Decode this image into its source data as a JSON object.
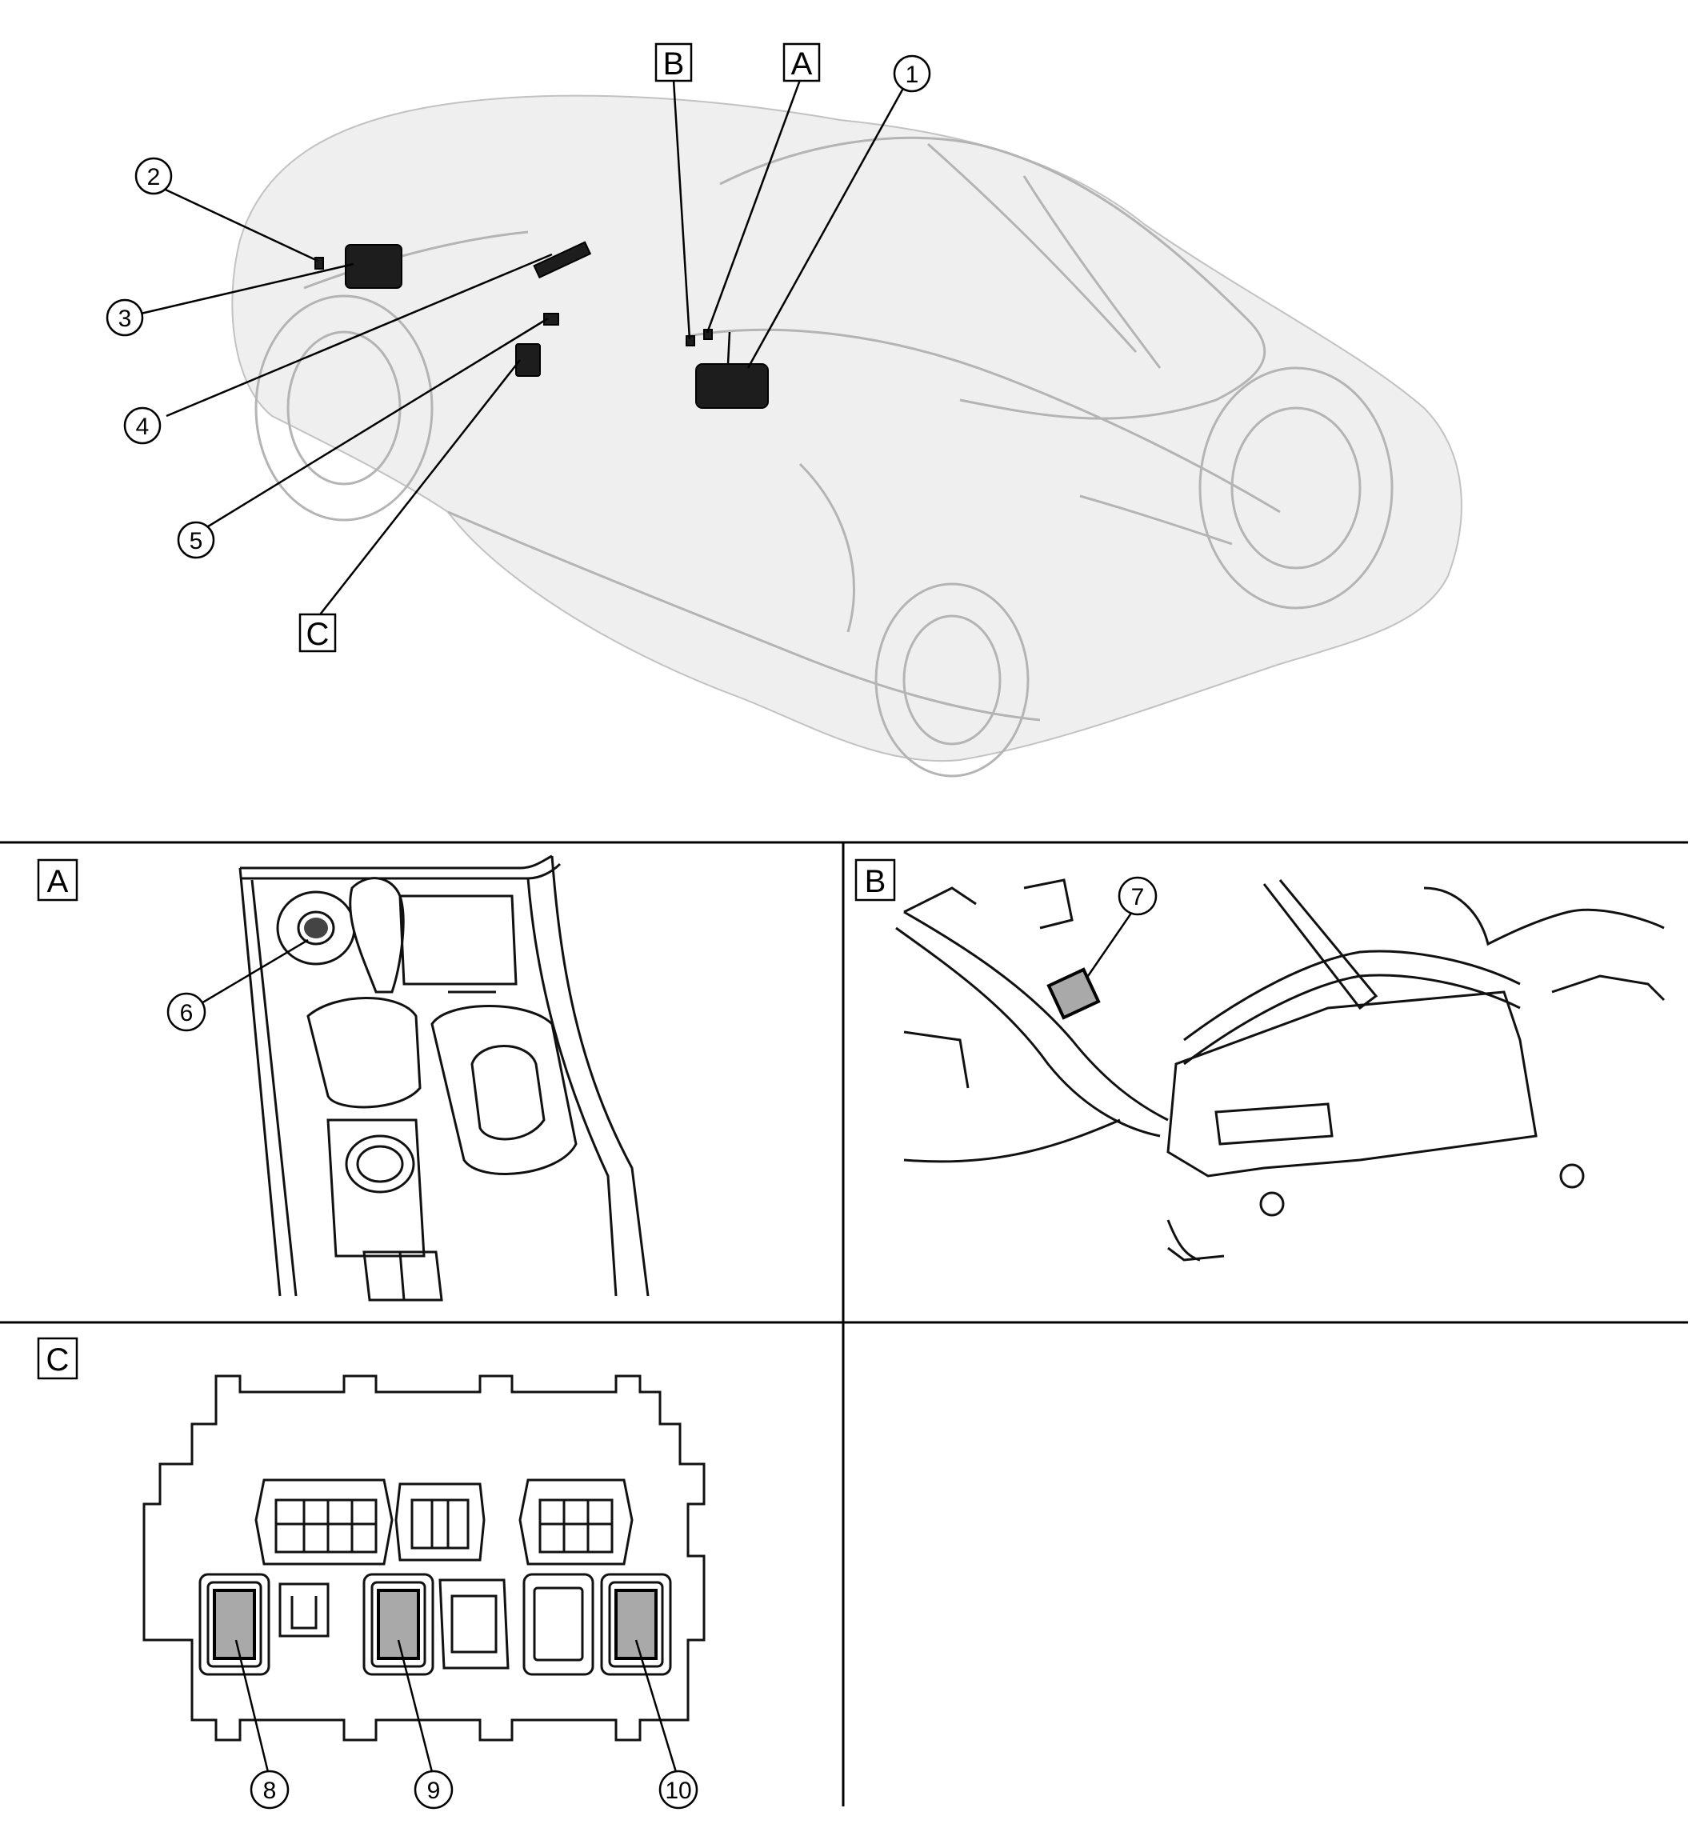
{
  "overview": {
    "callouts": [
      {
        "id": "c1",
        "label": "1"
      },
      {
        "id": "c2",
        "label": "2"
      },
      {
        "id": "c3",
        "label": "3"
      },
      {
        "id": "c4",
        "label": "4"
      },
      {
        "id": "c5",
        "label": "5"
      }
    ],
    "view_refs": [
      {
        "id": "refA",
        "label": "A"
      },
      {
        "id": "refB",
        "label": "B"
      },
      {
        "id": "refC",
        "label": "C"
      }
    ]
  },
  "views": {
    "A": {
      "label": "A",
      "callouts": [
        {
          "label": "6"
        }
      ]
    },
    "B": {
      "label": "B",
      "callouts": [
        {
          "label": "7"
        }
      ]
    },
    "C": {
      "label": "C",
      "callouts": [
        {
          "label": "8"
        },
        {
          "label": "9"
        },
        {
          "label": "10"
        }
      ]
    }
  },
  "colors": {
    "line": "#000000",
    "highlight": "#a9a9a9",
    "car_ghost": "#b4b4b4"
  }
}
